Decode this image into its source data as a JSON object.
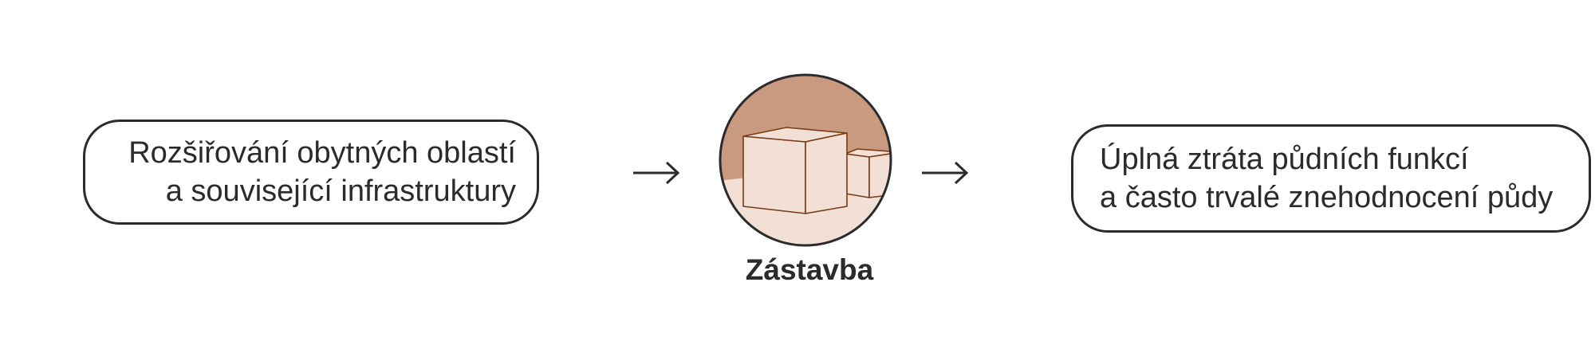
{
  "left_box": {
    "line1": "Rozšiřování obytných oblastí",
    "line2": "a související infrastruktury"
  },
  "center": {
    "icon": "buildings-icon",
    "caption": "Zástavba"
  },
  "right_box": {
    "line1": "Úplná ztráta půdních funkcí",
    "line2": "a často trvalé znehodnocení půdy"
  },
  "arrows": [
    "arrow-right-icon",
    "arrow-right-icon"
  ],
  "colors": {
    "outline": "#2b2b2b",
    "sky": "#c99a80",
    "ground": "#f2e0d7",
    "building_stroke": "#7a3a14"
  }
}
